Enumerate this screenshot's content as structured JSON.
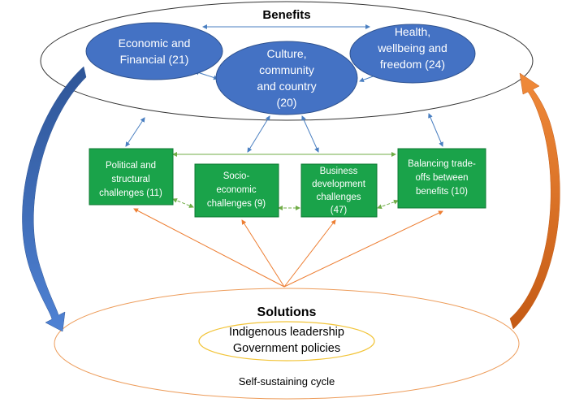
{
  "benefits": {
    "title": "Benefits",
    "items": [
      {
        "lines": [
          "Economic and",
          "Financial (21)"
        ]
      },
      {
        "lines": [
          "Culture,",
          "community",
          "and country",
          "(20)"
        ]
      },
      {
        "lines": [
          "Health,",
          "wellbeing and",
          "freedom (24)"
        ]
      }
    ]
  },
  "challenges": [
    {
      "lines": [
        "Political and",
        "structural",
        "challenges (11)"
      ]
    },
    {
      "lines": [
        "Socio-",
        "economic",
        "challenges (9)"
      ]
    },
    {
      "lines": [
        "Business",
        "development",
        "challenges",
        "(47)"
      ]
    },
    {
      "lines": [
        "Balancing trade-",
        "offs between",
        "benefits (10)"
      ]
    }
  ],
  "solutions": {
    "title": "Solutions",
    "items": [
      "Indigenous leadership",
      "Government policies"
    ],
    "cycle_label": "Self-sustaining cycle"
  },
  "colors": {
    "benefit_fill": "#4472c4",
    "benefit_text": "#ffffff",
    "challenge_fill": "#1aa34a",
    "challenge_text": "#ffffff",
    "blue_arrow": "#4a7fc1",
    "green_arrow": "#70ad47",
    "orange_arrow": "#ed7d31",
    "solutions_ellipse": "#ed9c5a",
    "inner_ellipse": "#f2c438"
  }
}
